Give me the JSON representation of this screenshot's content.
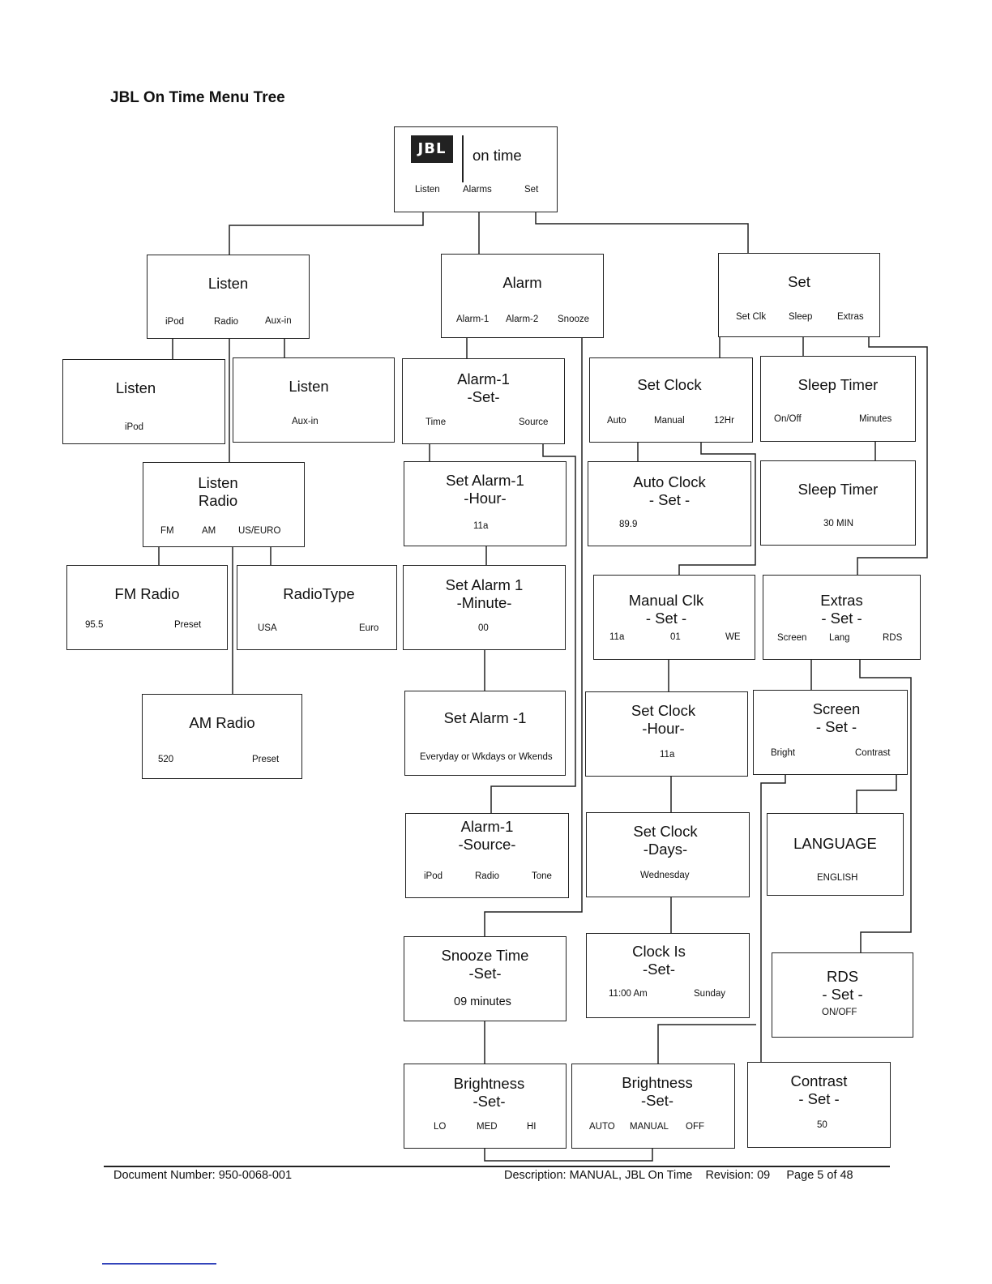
{
  "page": {
    "title": "JBL On Time Menu Tree",
    "footer": {
      "document_number": "Document Number: 950-0068-001",
      "description": "Description: MANUAL, JBL On Time    Revision: 09     Page 5 of 48"
    }
  },
  "colors": {
    "line": "#222222",
    "logo_bg": "#222222"
  },
  "nodes": {
    "root": {
      "logo": "JBL",
      "title": "on time",
      "options": [
        "Listen",
        "Alarms",
        "Set"
      ]
    },
    "listen": {
      "title": "Listen",
      "options": [
        "iPod",
        "Radio",
        "Aux-in"
      ]
    },
    "alarm": {
      "title": "Alarm",
      "options": [
        "Alarm-1",
        "Alarm-2",
        "Snooze"
      ]
    },
    "set": {
      "title": "Set",
      "options": [
        "Set Clk",
        "Sleep",
        "Extras"
      ]
    },
    "listen_ipod": {
      "title": "Listen",
      "options": [
        "iPod"
      ]
    },
    "listen_aux": {
      "title": "Listen",
      "options": [
        "Aux-in"
      ]
    },
    "listen_radio": {
      "title": "Listen\nRadio",
      "options": [
        "FM",
        "AM",
        "US/EURO"
      ]
    },
    "fm_radio": {
      "title": "FM Radio",
      "options": [
        "95.5",
        "Preset"
      ]
    },
    "radio_type": {
      "title": "RadioType",
      "options": [
        "USA",
        "Euro"
      ]
    },
    "am_radio": {
      "title": "AM Radio",
      "options": [
        "520",
        "Preset"
      ]
    },
    "alarm1_set": {
      "title": "Alarm-1\n-Set-",
      "options": [
        "Time",
        "Source"
      ]
    },
    "set_alarm_hour": {
      "title": "Set Alarm-1\n-Hour-",
      "options": [
        "11a"
      ]
    },
    "set_alarm_minute": {
      "title": "Set Alarm 1\n-Minute-",
      "options": [
        "00"
      ]
    },
    "set_alarm_days": {
      "title": "Set Alarm -1",
      "options": [
        "Everyday or Wkdays or Wkends"
      ]
    },
    "alarm1_source": {
      "title": "Alarm-1\n-Source-",
      "options": [
        "iPod",
        "Radio",
        "Tone"
      ]
    },
    "snooze_time": {
      "title": "Snooze Time\n-Set-",
      "options": [
        "09 minutes"
      ]
    },
    "brightness_left": {
      "title": "Brightness\n-Set-",
      "options": [
        "LO",
        "MED",
        "HI"
      ]
    },
    "set_clock": {
      "title": "Set Clock",
      "options": [
        "Auto",
        "Manual",
        "12Hr"
      ]
    },
    "auto_clock": {
      "title": "Auto Clock\n- Set -",
      "options": [
        "89.9"
      ]
    },
    "manual_clk": {
      "title": "Manual Clk\n- Set -",
      "options": [
        "11a",
        "01",
        "WE"
      ]
    },
    "set_clock_hour": {
      "title": "Set Clock\n-Hour-",
      "options": [
        "11a"
      ]
    },
    "set_clock_days": {
      "title": "Set Clock\n-Days-",
      "options": [
        "Wednesday"
      ]
    },
    "clock_is": {
      "title": "Clock Is\n-Set-",
      "options": [
        "11:00 Am",
        "Sunday"
      ]
    },
    "brightness_mid": {
      "title": "Brightness\n-Set-",
      "options": [
        "AUTO",
        "MANUAL",
        "OFF"
      ]
    },
    "sleep_timer": {
      "title": "Sleep Timer",
      "options": [
        "On/Off",
        "Minutes"
      ]
    },
    "sleep_timer_min": {
      "title": "Sleep Timer",
      "options": [
        "30 MIN"
      ]
    },
    "extras": {
      "title": "Extras\n- Set -",
      "options": [
        "Screen",
        "Lang",
        "RDS"
      ]
    },
    "screen": {
      "title": "Screen\n- Set -",
      "options": [
        "Bright",
        "Contrast"
      ]
    },
    "language": {
      "title": "LANGUAGE",
      "options": [
        "ENGLISH"
      ]
    },
    "rds": {
      "title": "RDS\n- Set -",
      "options": [
        "ON/OFF"
      ]
    },
    "contrast": {
      "title": "Contrast\n- Set -",
      "options": [
        "50"
      ]
    }
  }
}
